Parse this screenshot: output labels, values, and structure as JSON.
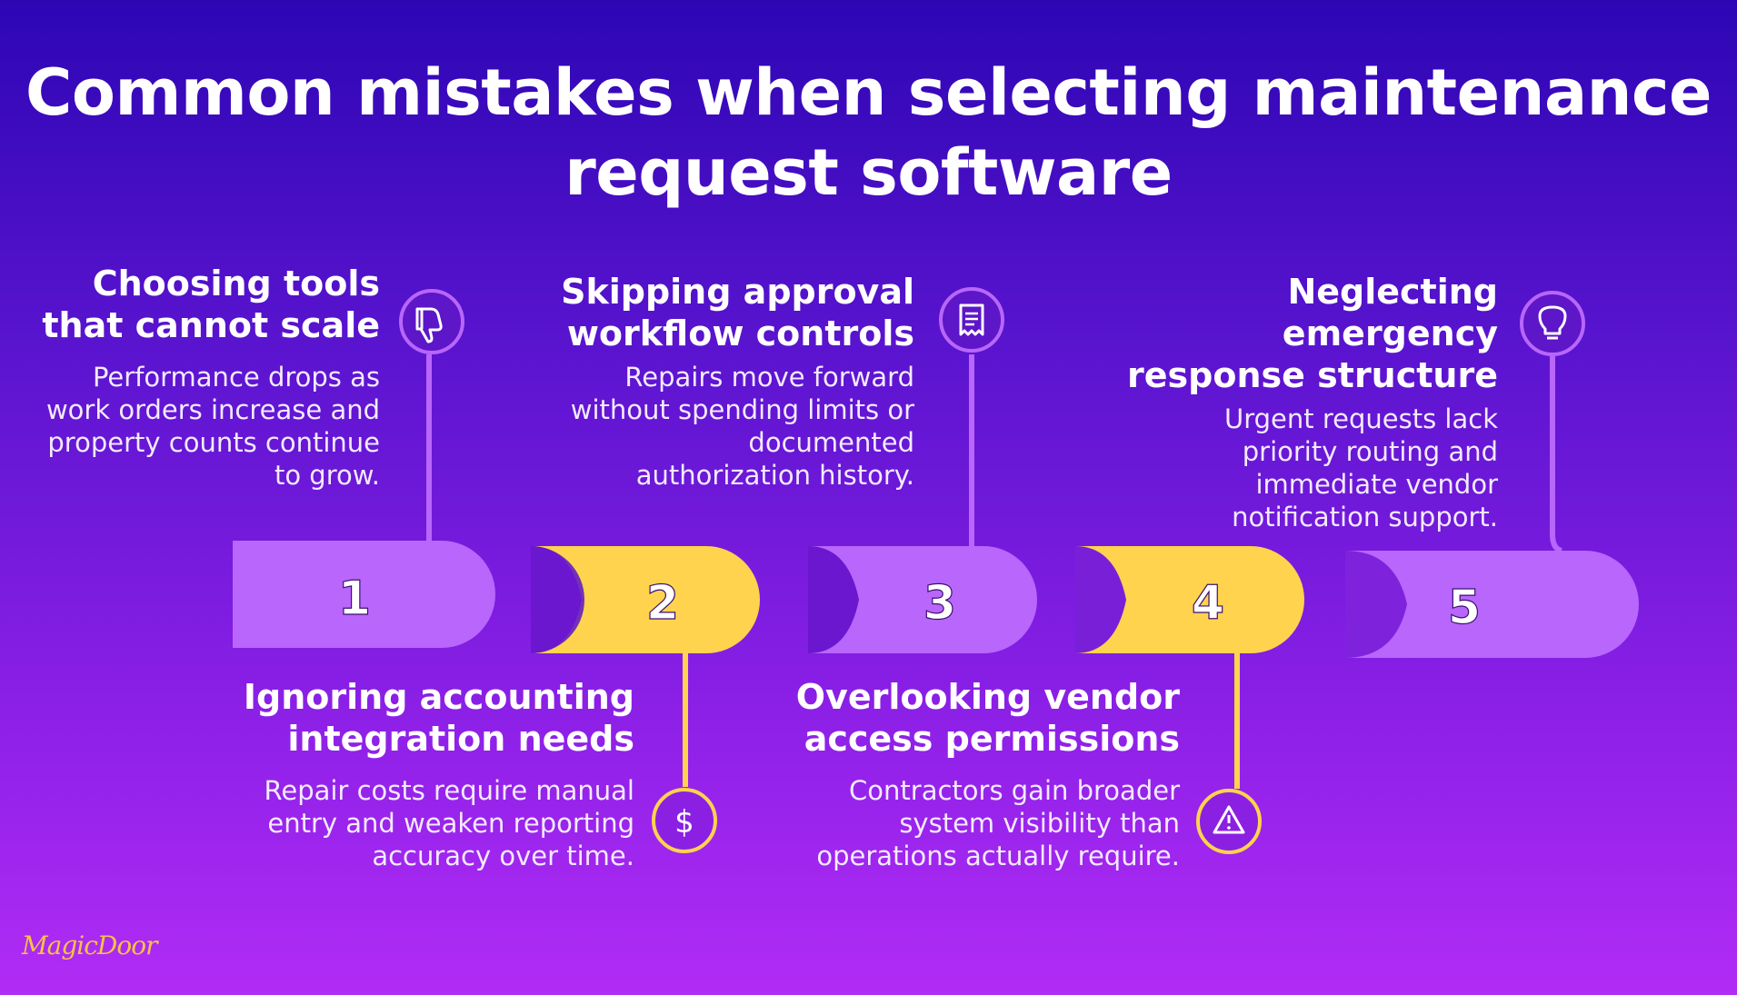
{
  "title": {
    "line1": "Common mistakes when selecting maintenance",
    "line2": "request software"
  },
  "colors": {
    "purple_step": "#b866fb",
    "yellow_step": "#ffd34e",
    "notch_purple": "#7a1fd8",
    "notch_yellow": "#5b14c8"
  },
  "steps": [
    {
      "number": "1",
      "heading_line1": "Choosing tools",
      "heading_line2": "that cannot scale",
      "description": [
        "Performance drops as",
        "work orders increase and",
        "property counts continue",
        "to grow."
      ],
      "icon": "thumbs-down-icon",
      "color": "purple"
    },
    {
      "number": "2",
      "heading_line1": "Ignoring accounting",
      "heading_line2": "integration needs",
      "description": [
        "Repair costs require manual",
        "entry and weaken reporting",
        "accuracy over time."
      ],
      "icon": "dollar-icon",
      "color": "yellow"
    },
    {
      "number": "3",
      "heading_line1": "Skipping approval",
      "heading_line2": "workflow controls",
      "description": [
        "Repairs move forward",
        "without spending limits or",
        "documented",
        "authorization history."
      ],
      "icon": "receipt-icon",
      "color": "purple"
    },
    {
      "number": "4",
      "heading_line1": "Overlooking vendor",
      "heading_line2": "access permissions",
      "description": [
        "Contractors gain broader",
        "system visibility than",
        "operations actually require."
      ],
      "icon": "warning-icon",
      "color": "yellow"
    },
    {
      "number": "5",
      "heading_line1": "Neglecting emergency",
      "heading_line2": "response structure",
      "description": [
        "Urgent requests lack",
        "priority routing and",
        "immediate vendor",
        "notification support."
      ],
      "icon": "lightbulb-icon",
      "color": "purple"
    }
  ],
  "logo": {
    "text": "MagicDoor"
  }
}
